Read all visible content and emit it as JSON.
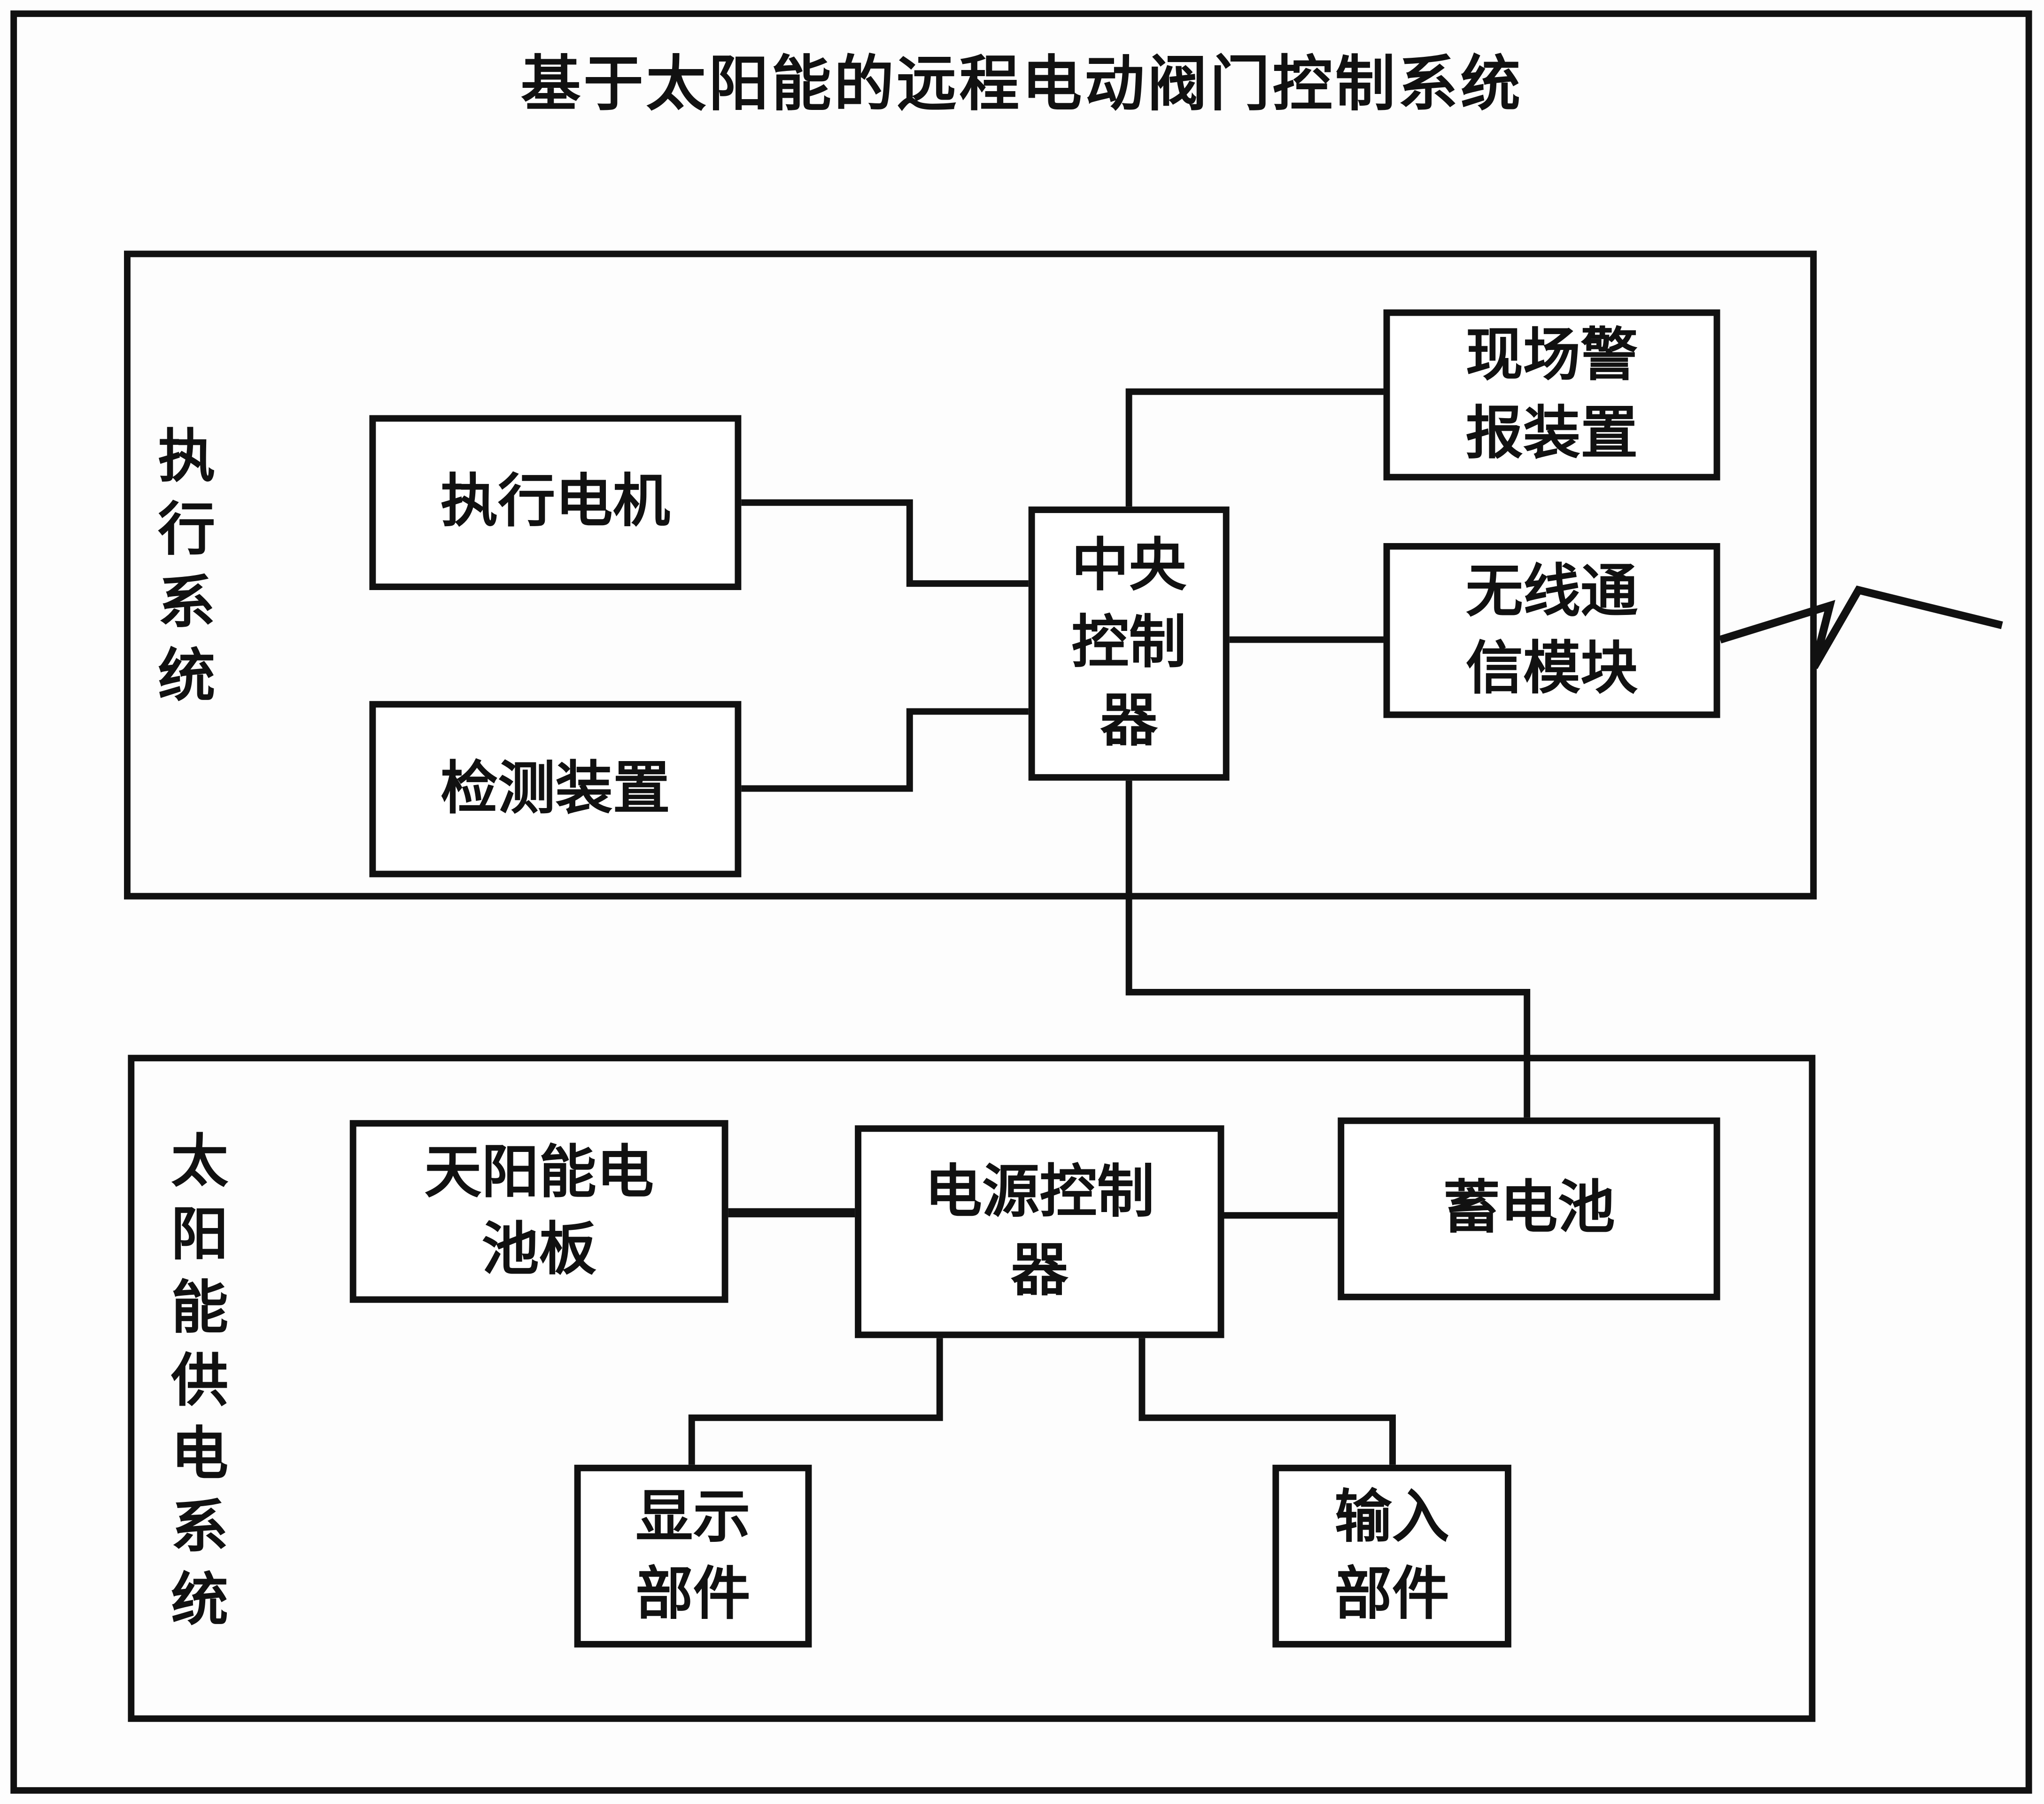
{
  "page": {
    "title_label": "基于太阳能的远程电动阀门控制系统"
  },
  "colors": {
    "ink": "#111111",
    "paper": "#ffffff"
  },
  "groups": {
    "execution": {
      "label": "执行系统"
    },
    "solar": {
      "label": "太阳能供电系统"
    }
  },
  "nodes": {
    "motor": {
      "label": "执行电机"
    },
    "detector": {
      "label": "检测装置"
    },
    "central": {
      "label": "中央\n控制\n器"
    },
    "alarm": {
      "label": "现场警\n报装置"
    },
    "wireless": {
      "label": "无线通\n信模块"
    },
    "panel": {
      "label": "天阳能电\n池板"
    },
    "power": {
      "label": "电源控制\n器"
    },
    "battery": {
      "label": "蓄电池"
    },
    "display": {
      "label": "显示\n部件"
    },
    "input": {
      "label": "输入\n部件"
    }
  },
  "connections": [
    {
      "from": "执行电机",
      "to": "中央控制器"
    },
    {
      "from": "检测装置",
      "to": "中央控制器"
    },
    {
      "from": "中央控制器",
      "to": "现场警报装置"
    },
    {
      "from": "中央控制器",
      "to": "无线通信模块"
    },
    {
      "from": "中央控制器",
      "to": "蓄电池"
    },
    {
      "from": "天阳能电池板",
      "to": "电源控制器"
    },
    {
      "from": "电源控制器",
      "to": "蓄电池"
    },
    {
      "from": "电源控制器",
      "to": "显示部件"
    },
    {
      "from": "电源控制器",
      "to": "输入部件"
    },
    {
      "from": "无线通信模块",
      "to": "无线信号闪电符号"
    }
  ]
}
